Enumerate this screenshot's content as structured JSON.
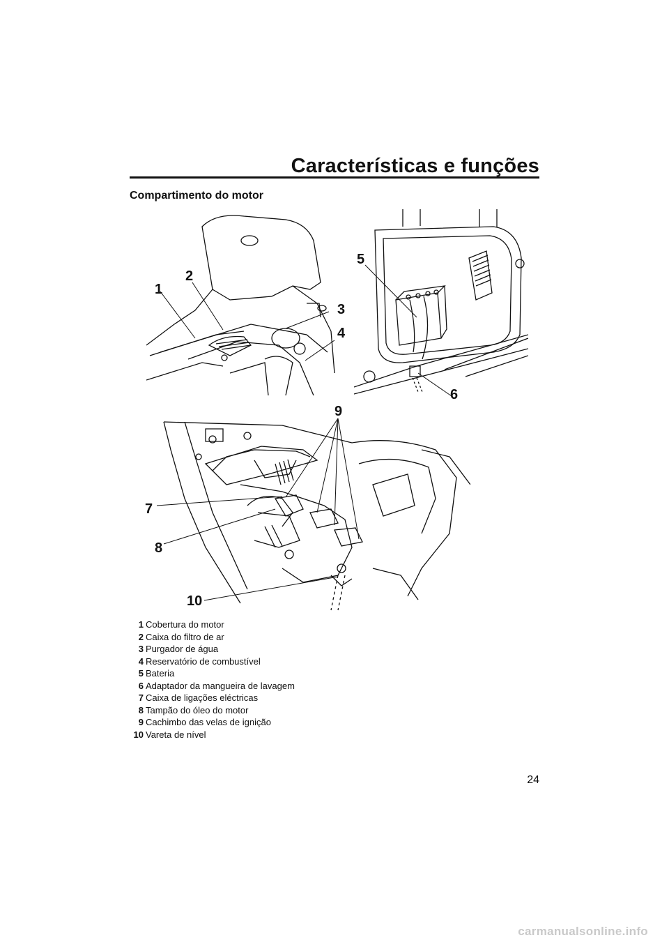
{
  "header": {
    "title": "Características e funções"
  },
  "section": {
    "title": "Compartimento do motor"
  },
  "callouts": {
    "c1": "1",
    "c2": "2",
    "c3": "3",
    "c4": "4",
    "c5": "5",
    "c6": "6",
    "c7": "7",
    "c8": "8",
    "c9": "9",
    "c10": "10"
  },
  "legend": [
    {
      "num": "1",
      "text": "Cobertura do motor"
    },
    {
      "num": "2",
      "text": "Caixa do filtro de ar"
    },
    {
      "num": "3",
      "text": "Purgador de água"
    },
    {
      "num": "4",
      "text": "Reservatório de combustível"
    },
    {
      "num": "5",
      "text": "Bateria"
    },
    {
      "num": "6",
      "text": "Adaptador da mangueira de lavagem"
    },
    {
      "num": "7",
      "text": "Caixa de ligações eléctricas"
    },
    {
      "num": "8",
      "text": "Tampão do óleo do motor"
    },
    {
      "num": "9",
      "text": "Cachimbo das velas de ignição"
    },
    {
      "num": "10",
      "text": "Vareta de nível"
    }
  ],
  "page_number": "24",
  "watermark": "carmanualsonline.info"
}
